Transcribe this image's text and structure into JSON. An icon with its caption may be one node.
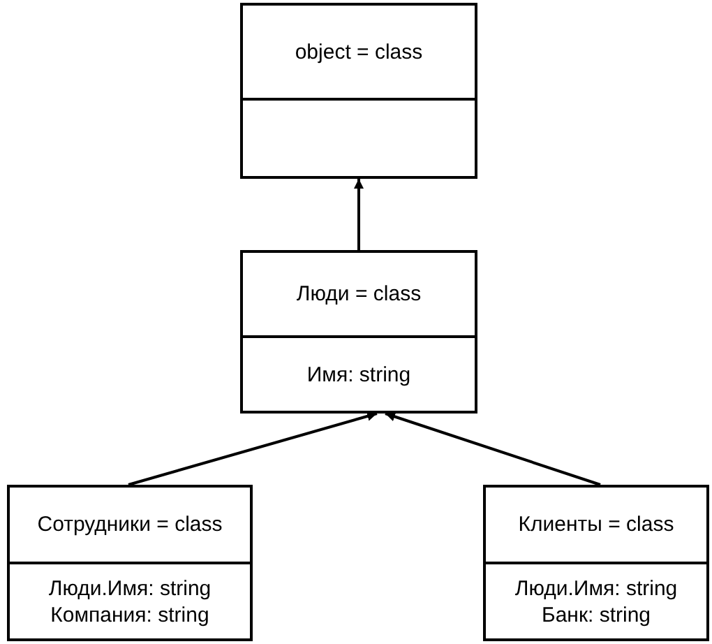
{
  "diagram": {
    "nodes": [
      {
        "text": [
          "object = class"
        ]
      },
      {
        "text": [
          "Люди = class",
          "Имя: string"
        ]
      },
      {
        "text": [
          "Сотрудники = class",
          "Люди.Имя: string",
          "Компания: string"
        ]
      },
      {
        "text": [
          "Клиенты = class",
          "Люди.Имя: string",
          "Банк: string"
        ]
      }
    ],
    "edges": [
      {
        "from": 1,
        "to": 0,
        "arrow": "to"
      },
      {
        "from": 2,
        "to": 1,
        "arrow": "to"
      },
      {
        "from": 3,
        "to": 1,
        "arrow": "to"
      }
    ]
  }
}
